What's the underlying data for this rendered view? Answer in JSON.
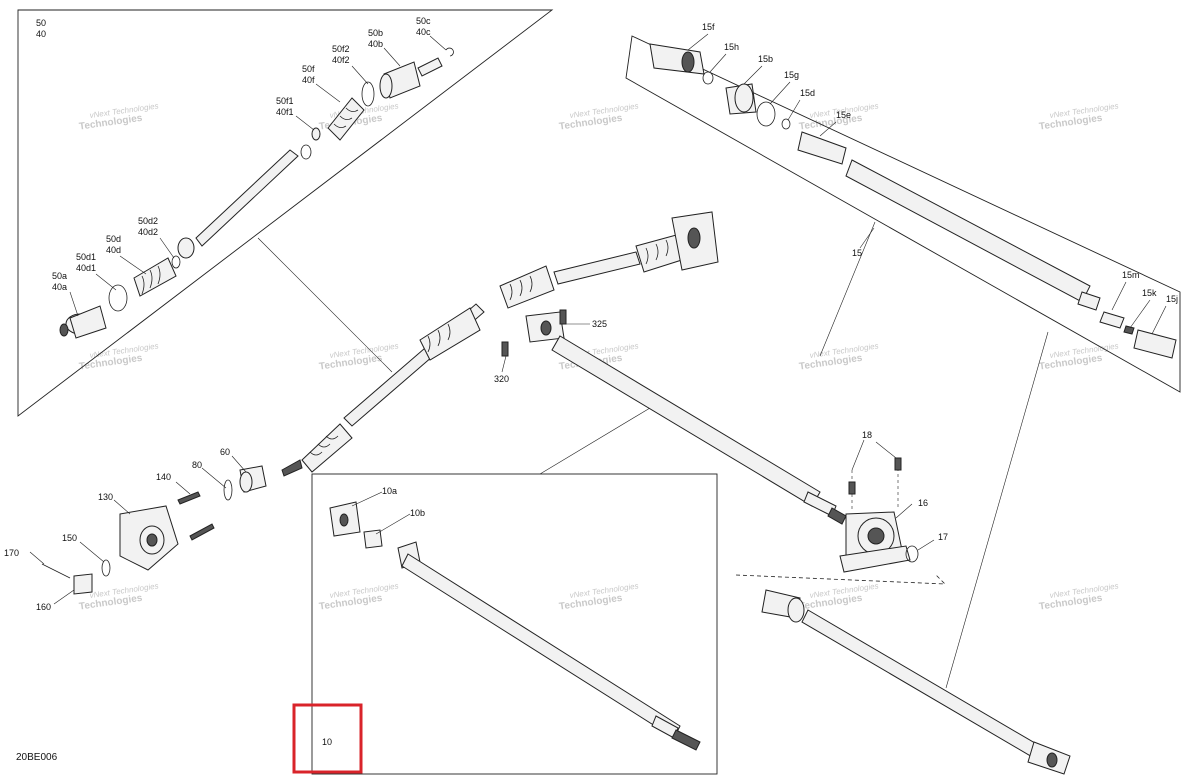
{
  "diagram_code": "20BE006",
  "highlight_color": "#d9232a",
  "highlighted_callout": "10",
  "watermark_line1": "vNext Technologies",
  "watermark_line2": "Technologies",
  "callouts": {
    "c50": "50",
    "c40": "40",
    "c50c": "50c",
    "c40c": "40c",
    "c50b": "50b",
    "c40b": "40b",
    "c50f2": "50f2",
    "c40f2": "40f2",
    "c50f": "50f",
    "c40f": "40f",
    "c50f1": "50f1",
    "c40f1": "40f1",
    "c50d2": "50d2",
    "c40d2": "40d2",
    "c50d": "50d",
    "c40d": "40d",
    "c50d1": "50d1",
    "c40d1": "40d1",
    "c50a": "50a",
    "c40a": "40a",
    "c15f": "15f",
    "c15h": "15h",
    "c15b": "15b",
    "c15g": "15g",
    "c15d": "15d",
    "c15e": "15e",
    "c15": "15",
    "c15m": "15m",
    "c15k": "15k",
    "c15j": "15j",
    "c325": "325",
    "c320": "320",
    "c18": "18",
    "c16": "16",
    "c17": "17",
    "c140": "140",
    "c80": "80",
    "c60": "60",
    "c130": "130",
    "c150": "150",
    "c170": "170",
    "c160": "160",
    "c10a": "10a",
    "c10b": "10b",
    "c10": "10"
  }
}
